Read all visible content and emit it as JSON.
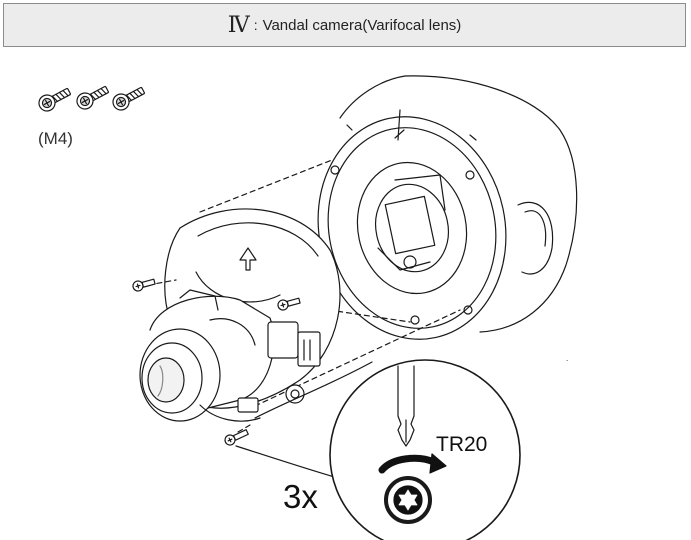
{
  "header": {
    "roman_numeral": "Ⅳ",
    "separator": ":",
    "title": "Vandal camera(Varifocal lens)"
  },
  "labels": {
    "screw_size": "(M4)",
    "bit_type": "TR20",
    "quantity": "3x"
  },
  "icons": [
    "screw-icon",
    "torx-bit-icon",
    "rotation-arrow-icon",
    "torx-head-icon"
  ],
  "colors": {
    "line": "#1a1a1a",
    "header_bg": "#ececec",
    "header_border": "#8c8c8c"
  }
}
